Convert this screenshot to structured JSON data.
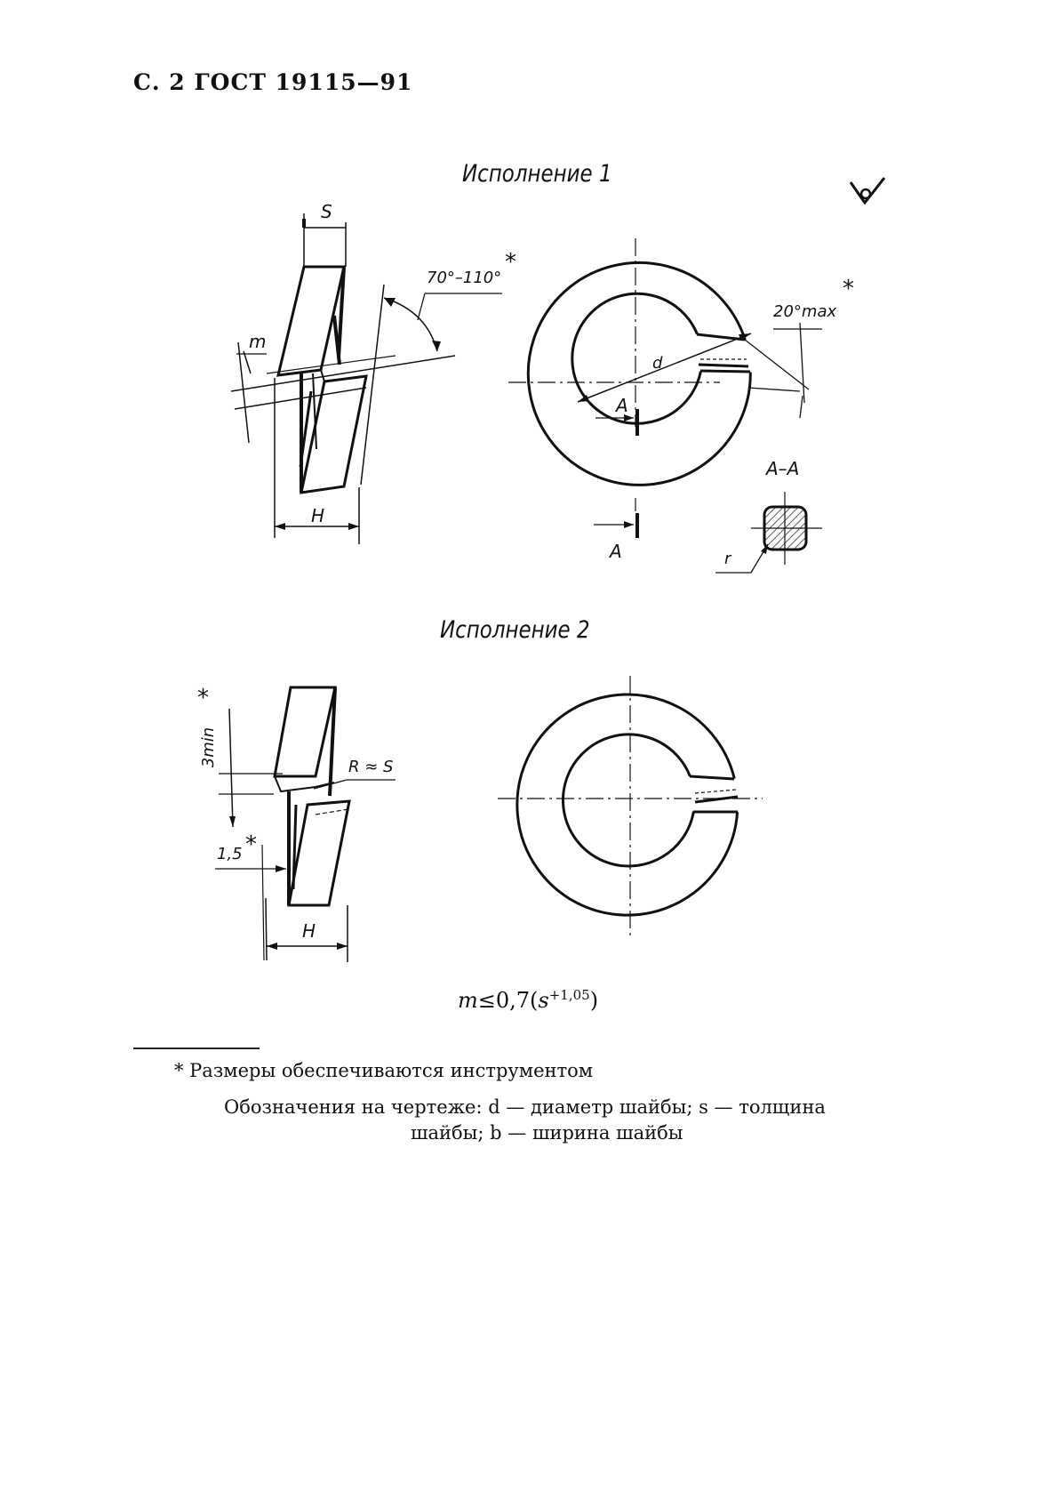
{
  "header": "С. 2 ГОСТ 19115—91",
  "variant1": {
    "caption": "Исполнение 1",
    "labels": {
      "s": "S",
      "m": "m",
      "h": "H",
      "angle": "70°–110°",
      "d": "d",
      "angle2": "20°max",
      "section_a_top": "A",
      "section_a_bottom": "A",
      "section_title": "A–A",
      "r": "r",
      "star": "*"
    }
  },
  "variant2": {
    "caption": "Исполнение 2",
    "labels": {
      "three_min": "3min",
      "r_s": "R ≈ S",
      "one_five": "1,5",
      "h": "H",
      "star": "*"
    }
  },
  "formula": {
    "var": "m",
    "body": "≤0,7(",
    "s": "s",
    "sup": "+1,05",
    "close": ")"
  },
  "footnote": {
    "star_note": "* Размеры обеспечиваются инструментом",
    "notation_line1": "Обозначения на чертеже: d — диаметр шайбы; s — толщина",
    "notation_line2": "шайбы; b — ширина шайбы"
  }
}
